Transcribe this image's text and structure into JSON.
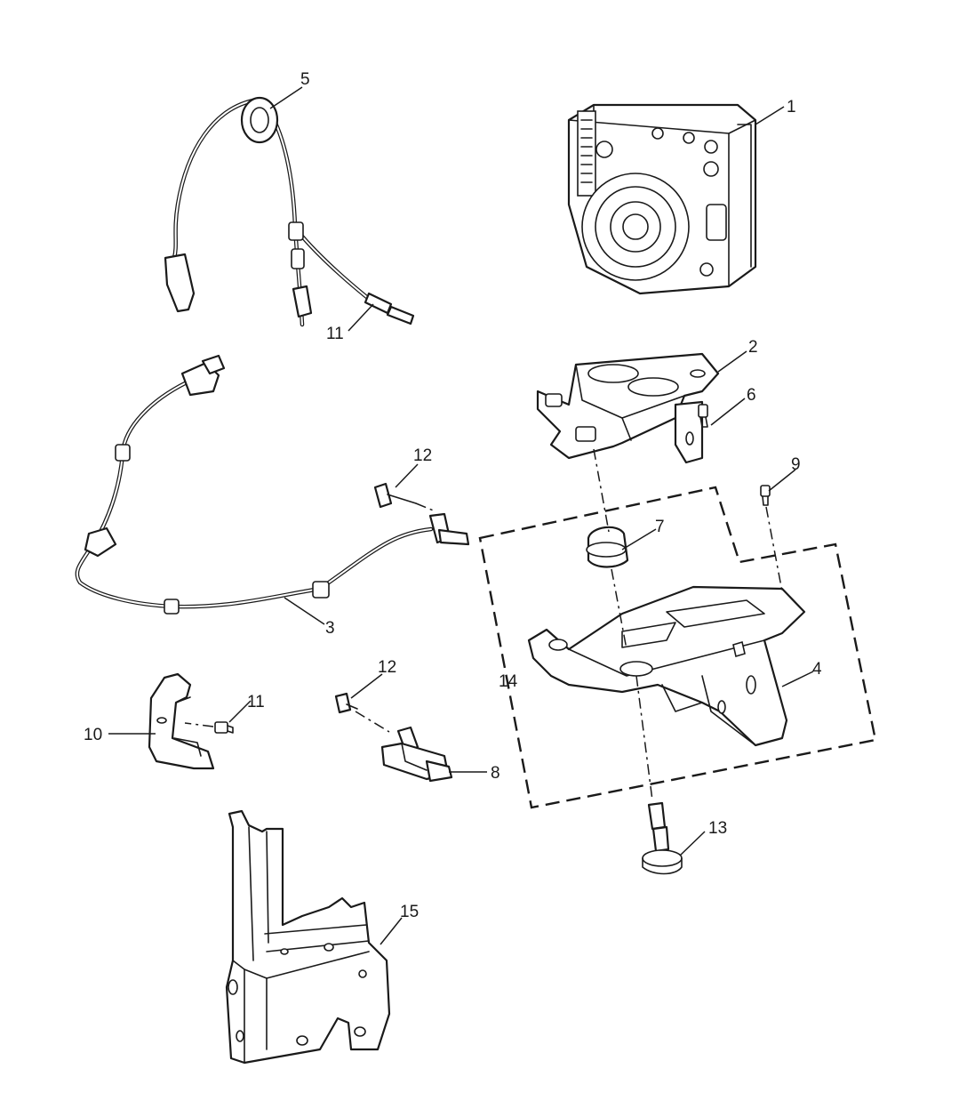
{
  "callouts": {
    "c1": "1",
    "c2": "2",
    "c3": "3",
    "c4": "4",
    "c5": "5",
    "c6": "6",
    "c7": "7",
    "c8": "8",
    "c9": "9",
    "c10": "10",
    "c11a": "11",
    "c11b": "11",
    "c12a": "12",
    "c12b": "12",
    "c13": "13",
    "c14": "14",
    "c15": "15"
  },
  "colors": {
    "line": "#1a1a1a",
    "background": "#ffffff",
    "shade": "#e8e8e8"
  }
}
